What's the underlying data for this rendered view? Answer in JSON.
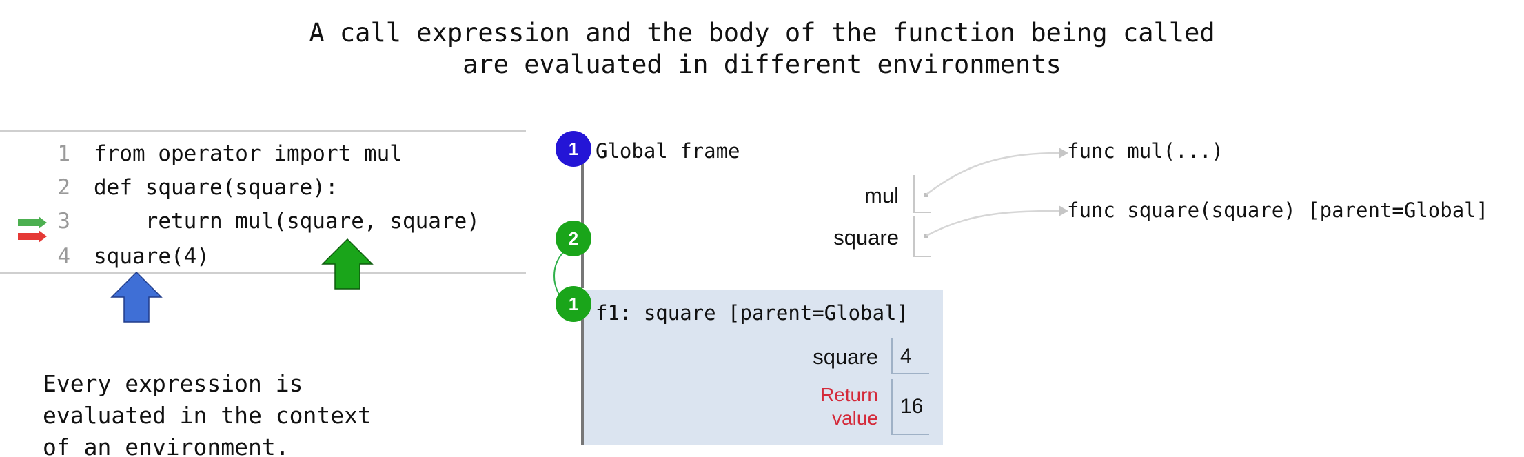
{
  "title": {
    "line1": "A call expression and the body of the function being called",
    "line2": "are evaluated in different environments"
  },
  "code": {
    "lines": [
      {
        "number": "1",
        "text": "from operator import mul"
      },
      {
        "number": "2",
        "text": "def square(square):"
      },
      {
        "number": "3",
        "text": "    return mul(square, square)"
      },
      {
        "number": "4",
        "text": "square(4)"
      }
    ],
    "markers": {
      "next_line_arrow_color": "#4caf50",
      "current_line_arrow_color": "#e53935"
    }
  },
  "pointers": {
    "blue_arrow_color": "#3f6fd6",
    "green_arrow_color": "#1aa51a"
  },
  "caption": {
    "line1": "Every expression is",
    "line2": "evaluated in the context",
    "line3": "of an environment."
  },
  "environment": {
    "global_frame": {
      "badge": "1",
      "badge_color": "#2415d6",
      "title": "Global frame",
      "bindings": [
        {
          "name": "mul"
        },
        {
          "name": "square"
        }
      ]
    },
    "objects": [
      {
        "label": "func mul(...)"
      },
      {
        "label": "func square(square) [parent=Global]"
      }
    ],
    "call_badge": "2",
    "call_badge_color": "#1aa51a",
    "f1_frame": {
      "badge": "1",
      "badge_color": "#1aa51a",
      "title": "f1: square [parent=Global]",
      "bindings": [
        {
          "name": "square",
          "value": "4"
        }
      ],
      "return_label_line1": "Return",
      "return_label_line2": "value",
      "return_value": "16",
      "background": "#dbe4f0"
    }
  }
}
